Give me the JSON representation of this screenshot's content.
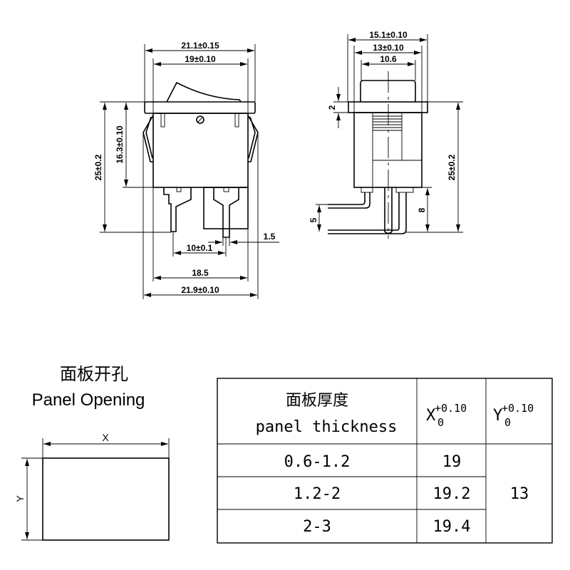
{
  "front_view": {
    "dims": {
      "flange_width": "21.1±0.15",
      "body_width": "19±0.10",
      "total_height": "25±0.2",
      "body_height": "16.3±0.10",
      "pin_pitch": "10±0.1",
      "pin_width": "1.5",
      "clip_width": "18.5",
      "overall_width": "21.9±0.10"
    }
  },
  "side_view": {
    "dims": {
      "flange_width": "15.1±0.10",
      "body_width": "13±0.10",
      "cap_width": "10.6",
      "flange_thickness": "2",
      "total_height": "25±0.2",
      "pin_height": "8",
      "bend_offset": "5"
    }
  },
  "panel_opening": {
    "title_cn": "面板开孔",
    "title_en": "Panel Opening",
    "x_label": "X",
    "y_label": "Y"
  },
  "table": {
    "header": {
      "thickness_cn": "面板厚度",
      "thickness_en": "panel thickness",
      "x_col": "X",
      "y_col": "Y",
      "tol_upper": "+0.10",
      "tol_lower": "0"
    },
    "rows": [
      {
        "thickness": "0.6-1.2",
        "x": "19"
      },
      {
        "thickness": "1.2-2",
        "x": "19.2"
      },
      {
        "thickness": "2-3",
        "x": "19.4"
      }
    ],
    "y_value": "13"
  }
}
